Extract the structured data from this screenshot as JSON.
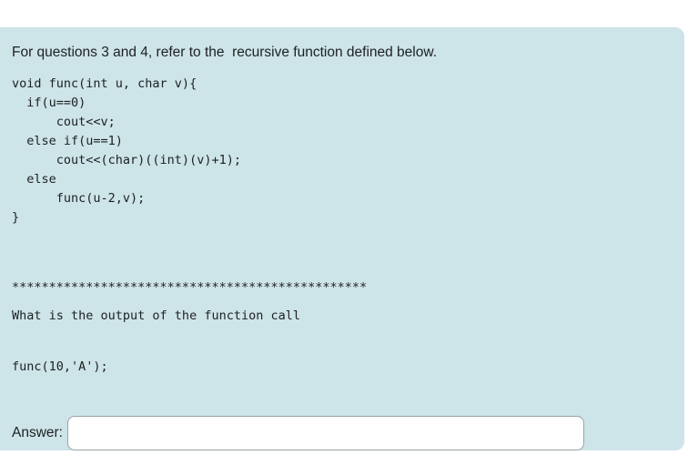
{
  "card": {
    "prompt": "For questions 3 and 4, refer to the  recursive function defined below.",
    "code": "void func(int u, char v){\n  if(u==0)\n      cout<<v;\n  else if(u==1)\n      cout<<(char)((int)(v)+1);\n  else\n      func(u-2,v);\n}",
    "separator": "************************************************",
    "question": "What is the output of the function call",
    "function_call": "func(10,'A');",
    "answer_label": "Answer:",
    "answer_value": "",
    "answer_placeholder": ""
  },
  "colors": {
    "card_background": "#cde4e8",
    "page_background": "#ffffff",
    "text": "#1d2023",
    "input_border": "#9aa3a8",
    "input_background": "#ffffff"
  }
}
